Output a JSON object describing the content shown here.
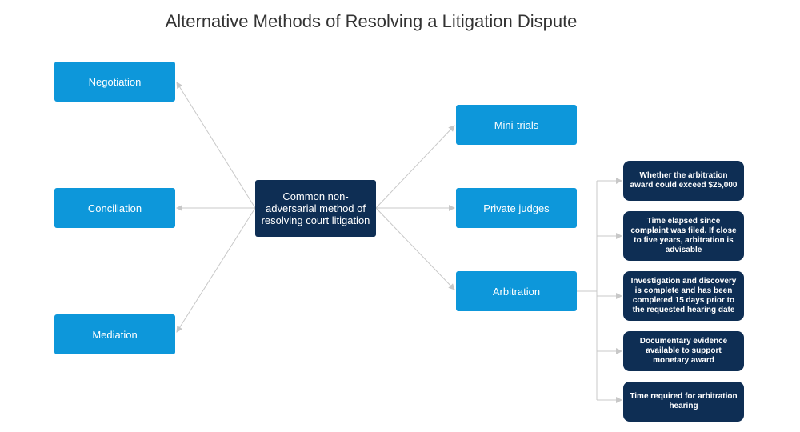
{
  "title": "Alternative Methods of Resolving a Litigation Dispute",
  "center": "Common non-adversarial method of resolving court litigation",
  "left_methods": [
    "Negotiation",
    "Conciliation",
    "Mediation"
  ],
  "right_methods": [
    "Mini-trials",
    "Private judges",
    "Arbitration"
  ],
  "arbitration_criteria": [
    "Whether the arbitration award could exceed $25,000",
    "Time elapsed since complaint was filed.  If close to five years, arbitration is advisable",
    "Investigation and discovery is complete and has been completed 15 days prior to the requested hearing date",
    "Documentary evidence available to support monetary award",
    "Time required for arbitration hearing"
  ],
  "colors": {
    "light": "#0d97da",
    "dark": "#0e2e54",
    "connector": "#c8c8c8"
  }
}
